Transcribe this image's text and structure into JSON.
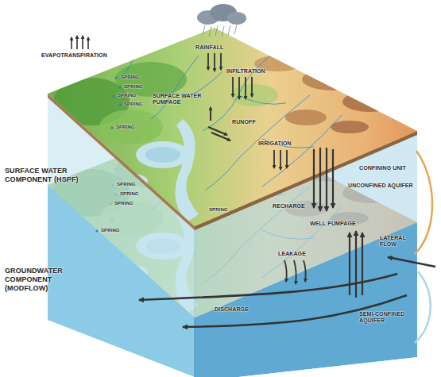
{
  "diagram": {
    "labels": [
      "EVAPOTRANSPIRATION",
      "RAINFALL",
      "INFILTRATION",
      "SPRING",
      "SPRING",
      "SPRING",
      "SPRING",
      "SPRING",
      "SURFACE WATER PUMPAGE",
      "RUNOFF",
      "IRRIGATION",
      "SURFACE WATER COMPONENT (HSPF)",
      "CONFINING UNIT",
      "UNCONFINED AQUIFER",
      "RECHARGE",
      "WELL PUMPAGE",
      "SPRING",
      "SPRING",
      "SPRING",
      "SPRING",
      "SPRING",
      "LEAKAGE",
      "LATERAL FLOW",
      "GROUNDWATER COMPONENT (MODFLOW)",
      "DISCHARGE",
      "SEMI-CONFINED AQUIFER"
    ]
  }
}
